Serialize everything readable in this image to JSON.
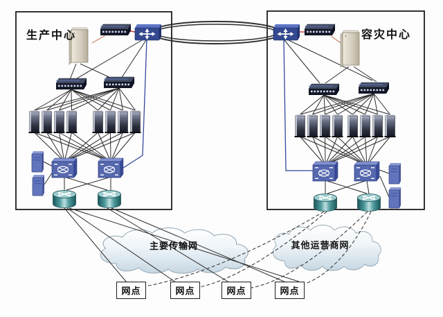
{
  "centers": {
    "production": {
      "label": "生产中心"
    },
    "disaster_recovery": {
      "label": "容灾中心"
    }
  },
  "networks": {
    "primary_transport": {
      "label": "主要传输网"
    },
    "other_carriers": {
      "label": "其他运营商网"
    }
  },
  "branches": [
    {
      "label": "网点"
    },
    {
      "label": "网点"
    },
    {
      "label": "网点"
    },
    {
      "label": "网点"
    }
  ],
  "devices_per_center": {
    "storage_server": 1,
    "core_switch": 1,
    "wan_router": 1,
    "distribution_switches": 2,
    "servers": 8,
    "multilayer_switches": 2,
    "appliances": 2,
    "access_routers": 2
  },
  "icons": {
    "wan-router-icon": "flat blue box with white cross arrows",
    "core-switch-icon": "dark rack switch with ports",
    "storage-server-icon": "beige tower server",
    "server-icon": "dark tower server",
    "multilayer-switch-icon": "blue box with white ellipse and crossed arrows",
    "appliance-icon": "small blue vertical box",
    "access-router-icon": "teal cylinder router with crossed arrows",
    "cloud-icon": "network cloud",
    "fiber-ring-icon": "double ellipse ring between WAN routers"
  },
  "link_styles": {
    "production_to_branch": "solid",
    "disaster_recovery_to_branch": "dashed"
  },
  "colors": {
    "background": "#fdfdfd",
    "border": "#1c1c1c",
    "line": "#2b2b2b",
    "blue_device": "#34498f",
    "multilayer_switch": "#5668ae",
    "teal_router": "#4e999c",
    "storage_server": "#d6cfc0",
    "cloud_fill": "#dde8ef",
    "link_storage_switch": "#d29a7e",
    "link_switch_router": "#c43b2e",
    "link_router_blue": "#33479b"
  }
}
